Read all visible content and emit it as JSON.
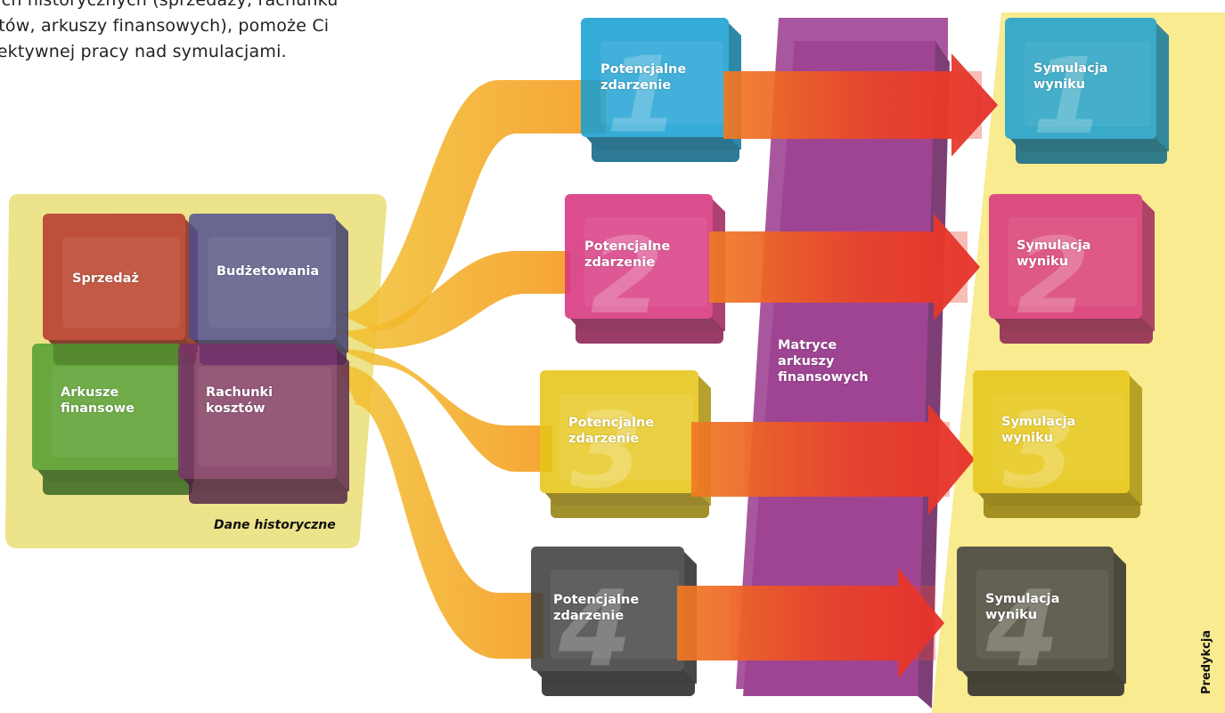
{
  "intro": {
    "lines": [
      "nych historycznych (sprzedaży, rachunku",
      "sztów, arkuszy finansowych), pomoże Ci",
      "efektywnej pracy nad symulacjami."
    ]
  },
  "historical": {
    "caption": "Dane historyczne",
    "cubes": [
      {
        "lines": [
          "Sprzedaż"
        ],
        "color": "#b5302a"
      },
      {
        "lines": [
          "Budżetowania"
        ],
        "color": "#4d4c93"
      },
      {
        "lines": [
          "Arkusze",
          "finansowe"
        ],
        "color": "#4b9a2e"
      },
      {
        "lines": [
          "Rachunki",
          "kosztów"
        ],
        "color": "#7a2f6b"
      }
    ]
  },
  "events": [
    {
      "number": "1",
      "lines": [
        "Potencjalne",
        "zdarzenie"
      ],
      "color": "#1aa0d2"
    },
    {
      "number": "2",
      "lines": [
        "Potencjalne",
        "zdarzenie"
      ],
      "color": "#d8357f"
    },
    {
      "number": "3",
      "lines": [
        "Potencjalne",
        "zdarzenie"
      ],
      "color": "#e6c619"
    },
    {
      "number": "4",
      "lines": [
        "Potencjalne",
        "zdarzenie"
      ],
      "color": "#3f3f3f"
    }
  ],
  "matrix": {
    "lines": [
      "Matryce",
      "arkuszy",
      "finansowych"
    ],
    "color": "#8a1c7c"
  },
  "prediction": {
    "caption": "Predykcja",
    "results": [
      {
        "number": "1",
        "lines": [
          "Symulacja",
          "wyniku"
        ],
        "color": "#1aa0d2"
      },
      {
        "number": "2",
        "lines": [
          "Symulacja",
          "wyniku"
        ],
        "color": "#d8357f"
      },
      {
        "number": "3",
        "lines": [
          "Symulacja",
          "wyniku"
        ],
        "color": "#e6c619"
      },
      {
        "number": "4",
        "lines": [
          "Symulacja",
          "wyniku"
        ],
        "color": "#3f3f3f"
      }
    ]
  },
  "colors": {
    "panel_yellow": "#ece38a",
    "flow_orange": "#f5a623",
    "arrow_red": "#e5322a"
  }
}
